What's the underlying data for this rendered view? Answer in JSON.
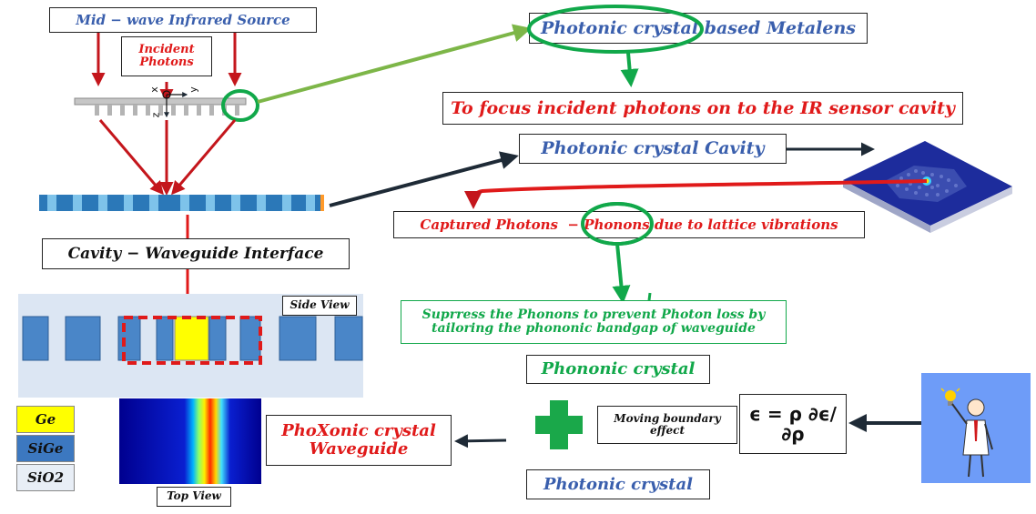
{
  "labels": {
    "source": "Mid − wave Infrared Source",
    "incident": "Incident Photons",
    "metalens": "Photonic crystal based Metalens",
    "focus": "To focus incident photons on to the IR sensor cavity",
    "cavity": "Photonic crystal Cavity",
    "captured_pre": "Captured Photons  − ",
    "captured_key": "Phonons",
    "captured_post": " due to lattice vibrations",
    "interface": "Cavity − Waveguide Interface",
    "side_view": "Side View",
    "suppress": "Suprress the Phonons to prevent Photon loss by tailoring the phononic bandgap of waveguide",
    "phononic": "Phononic crystal",
    "moving": "Moving boundary effect",
    "equation": "ϵ =  ρ ∂ϵ/∂ρ",
    "phoxonic": "PhoXonic crystal Waveguide",
    "photonic": "Photonic crystal",
    "top_view": "Top View",
    "axis_x": "x",
    "axis_y": "y",
    "axis_z": "z"
  },
  "legend": [
    {
      "label": "Ge",
      "color": "#ffff00"
    },
    {
      "label": "SiGe",
      "color": "#3c78c0"
    },
    {
      "label": "SiO2",
      "color": "#e8eef6"
    }
  ],
  "colors": {
    "title_blue": "#3a5fad",
    "accent_red": "#e01a1a",
    "accent_green": "#11a84a",
    "panel_blue": "#6e9cf8"
  }
}
